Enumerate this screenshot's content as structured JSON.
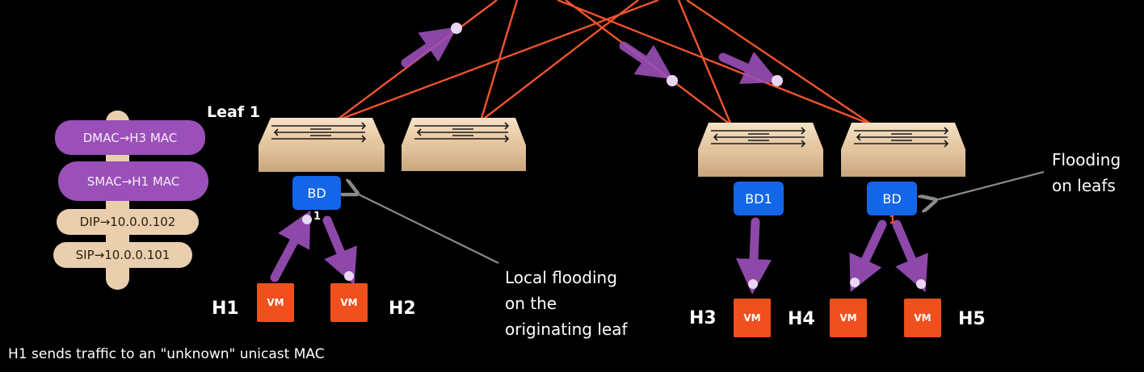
{
  "leaf_label": "Leaf 1",
  "packet_headers": {
    "dmac": "DMAC→H3 MAC",
    "smac": "SMAC→H1 MAC",
    "dip": "DIP→10.0.0.102",
    "sip": "SIP→10.0.0.101"
  },
  "bd_labels": {
    "leaf1": "BD",
    "leaf3": "BD1",
    "leaf4": "BD"
  },
  "port_labels": {
    "leaf1": "1",
    "leaf4": "1"
  },
  "vm_label": "VM",
  "hosts": [
    "H1",
    "H2",
    "H3",
    "H4",
    "H5"
  ],
  "annotations": {
    "local_flooding": [
      "Local flooding",
      "on the",
      "originating leaf"
    ],
    "flooding_on_leafs": [
      "Flooding",
      "on leafs"
    ]
  },
  "caption": "H1 sends traffic to an \"unknown\" unicast MAC",
  "colors": {
    "background": "#000000",
    "fabric_link": "#f2542d",
    "flow_arrow": "#9b4fb8",
    "switch": "#edd3b0",
    "bridge_domain": "#1466e8",
    "vm": "#f0501e",
    "header_purple": "#9b4fb8",
    "header_tan": "#e9cfad"
  }
}
